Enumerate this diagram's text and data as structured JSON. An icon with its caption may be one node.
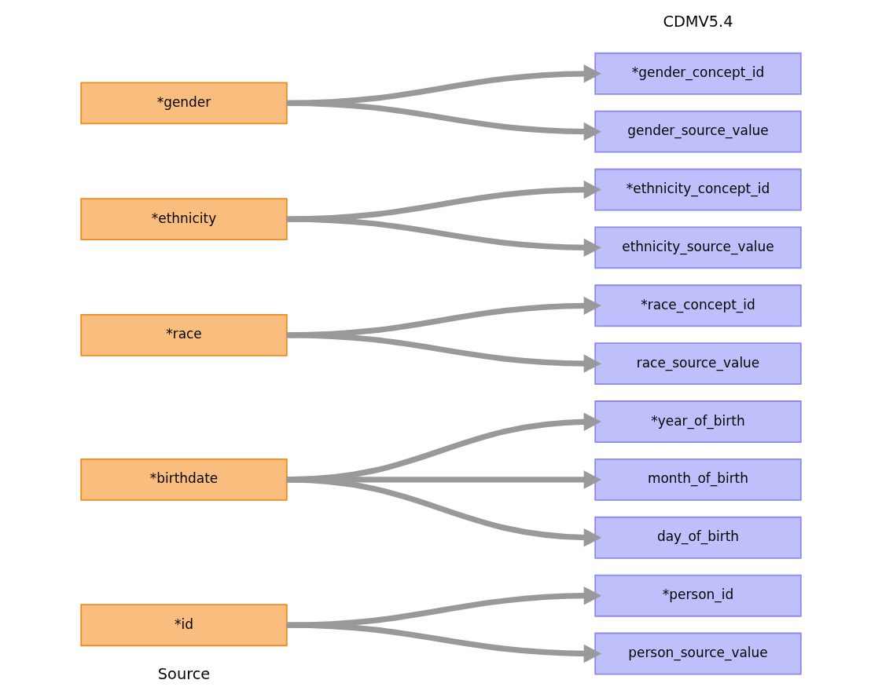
{
  "diagram": {
    "nodes": [
      {
        "text": [
          "*id"
        ]
      },
      {
        "text": [
          "*birthdate"
        ]
      },
      {
        "text": [
          "*race"
        ]
      },
      {
        "text": [
          "*ethnicity"
        ]
      },
      {
        "text": [
          "*gender"
        ]
      },
      {
        "text": [
          "*person_id"
        ]
      },
      {
        "text": [
          "person_source_value"
        ]
      },
      {
        "text": [
          "*year_of_birth"
        ]
      },
      {
        "text": [
          "month_of_birth"
        ]
      },
      {
        "text": [
          "day_of_birth"
        ]
      },
      {
        "text": [
          "*race_concept_id"
        ]
      },
      {
        "text": [
          "race_source_value"
        ]
      },
      {
        "text": [
          "*ethnicity_concept_id"
        ]
      },
      {
        "text": [
          "ethnicity_source_value"
        ]
      },
      {
        "text": [
          "*gender_concept_id"
        ]
      },
      {
        "text": [
          "gender_source_value"
        ]
      }
    ],
    "edges": [
      {
        "from": 0,
        "to": 5,
        "arrow": "to"
      },
      {
        "from": 0,
        "to": 6,
        "arrow": "to"
      },
      {
        "from": 1,
        "to": 7,
        "arrow": "to"
      },
      {
        "from": 1,
        "to": 8,
        "arrow": "to"
      },
      {
        "from": 1,
        "to": 9,
        "arrow": "to"
      },
      {
        "from": 2,
        "to": 10,
        "arrow": "to"
      },
      {
        "from": 2,
        "to": 11,
        "arrow": "to"
      },
      {
        "from": 3,
        "to": 12,
        "arrow": "to"
      },
      {
        "from": 3,
        "to": 13,
        "arrow": "to"
      },
      {
        "from": 4,
        "to": 14,
        "arrow": "to"
      },
      {
        "from": 4,
        "to": 15,
        "arrow": "to"
      }
    ],
    "labels": [
      "Source",
      "CDMV5.4"
    ]
  }
}
